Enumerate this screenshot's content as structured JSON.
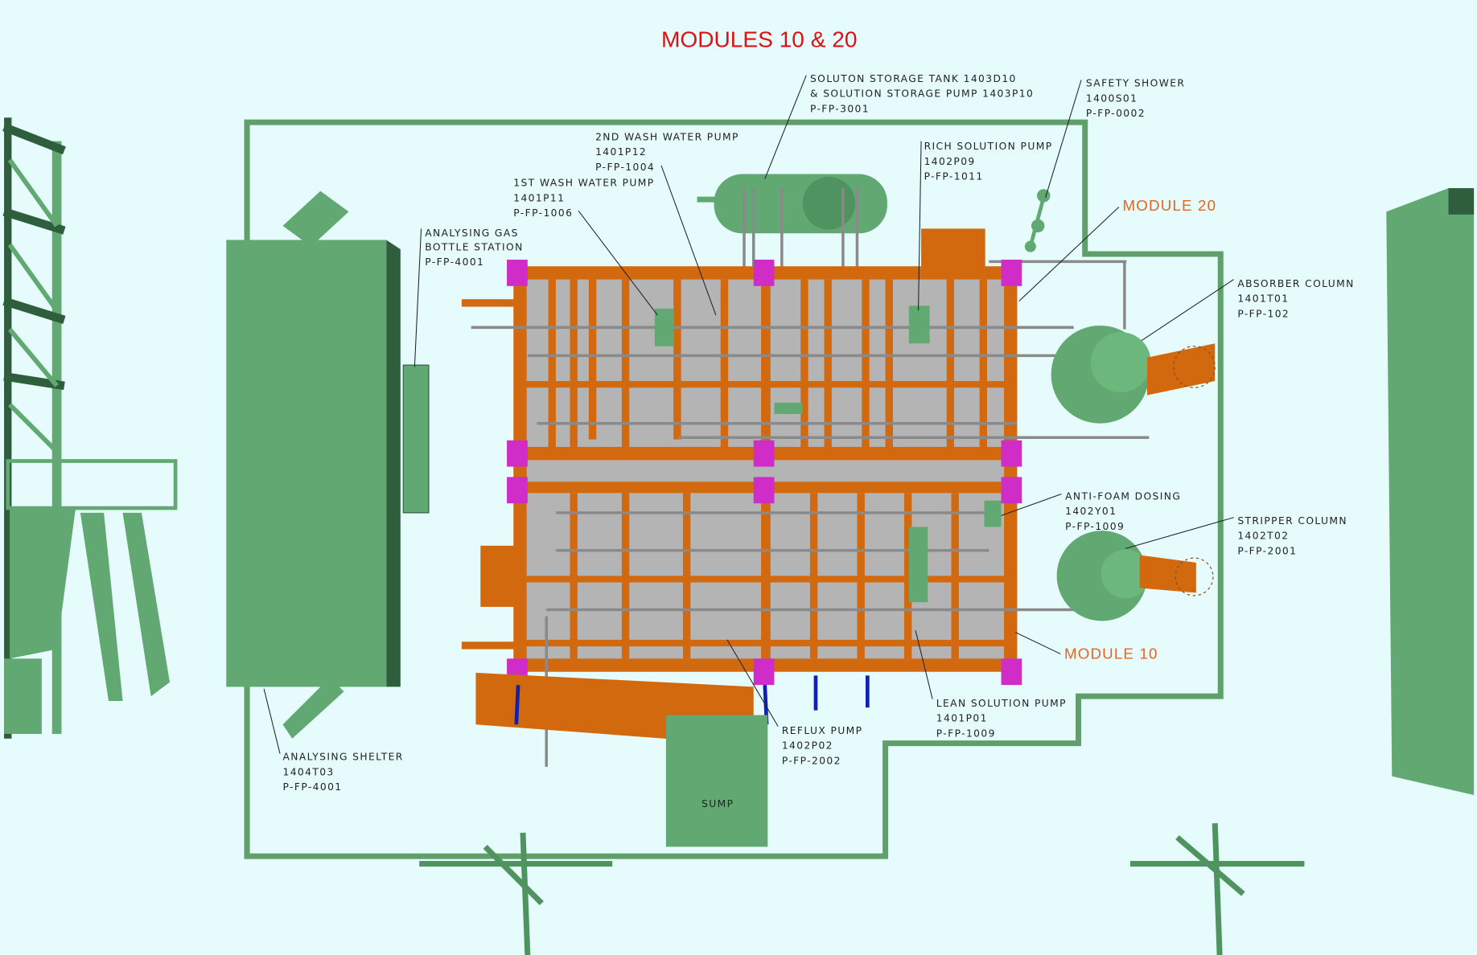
{
  "title": "MODULES 10 & 20",
  "modules": {
    "m20": "MODULE 20",
    "m10": "MODULE 10"
  },
  "sump": "SUMP",
  "labels": {
    "storage": [
      "SOLUTON STORAGE TANK 1403D10",
      "& SOLUTION STORAGE PUMP 1403P10",
      "P-FP-3001"
    ],
    "shower": [
      "SAFETY SHOWER",
      "1400S01",
      "P-FP-0002"
    ],
    "wash2": [
      "2ND WASH WATER PUMP",
      "1401P12",
      "P-FP-1004"
    ],
    "rich": [
      "RICH SOLUTION PUMP",
      "1402P09",
      "P-FP-1011"
    ],
    "wash1": [
      "1ST WASH WATER PUMP",
      "1401P11",
      "P-FP-1006"
    ],
    "gas": [
      "ANALYSING GAS",
      "BOTTLE STATION",
      "P-FP-4001"
    ],
    "absorber": [
      "ABSORBER COLUMN",
      "1401T01",
      "P-FP-102"
    ],
    "antifoam": [
      "ANTI-FOAM DOSING",
      "1402Y01",
      "P-FP-1009"
    ],
    "stripper": [
      "STRIPPER COLUMN",
      "1402T02",
      "P-FP-2001"
    ],
    "lean": [
      "LEAN SOLUTION PUMP",
      "1401P01",
      "P-FP-1009"
    ],
    "reflux": [
      "REFLUX PUMP",
      "1402P02",
      "P-FP-2002"
    ],
    "shelter": [
      "ANALYSING SHELTER",
      "1404T03",
      "P-FP-4001"
    ]
  },
  "colors": {
    "background": "#e6fcfc",
    "structure": "#62a872",
    "steel": "#d2690f",
    "column": "#d02cc8",
    "title": "#e01010"
  }
}
